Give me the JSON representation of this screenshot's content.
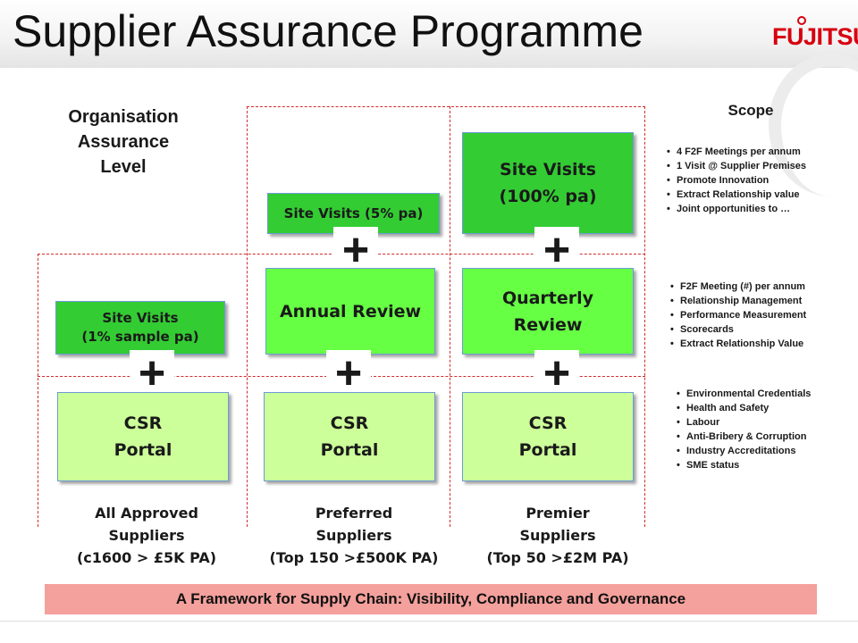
{
  "header": {
    "title": "Supplier Assurance Programme",
    "logo_text": "FUJITSU"
  },
  "headings": {
    "organisation": [
      "Organisation",
      "Assurance",
      "Level"
    ],
    "scope": "Scope"
  },
  "columns": [
    {
      "site_visits": [
        "Site Visits",
        "(1% sample pa)"
      ],
      "csr": [
        "CSR",
        "Portal"
      ],
      "tier": [
        "All Approved",
        "Suppliers",
        "(c1600 > £5K PA)"
      ]
    },
    {
      "site_visits": [
        "Site Visits (5% pa)"
      ],
      "review": [
        "Annual Review"
      ],
      "csr": [
        "CSR",
        "Portal"
      ],
      "tier": [
        "Preferred",
        "Suppliers",
        "(Top 150 >£500K PA)"
      ]
    },
    {
      "site_visits": [
        "Site Visits",
        "(100% pa)"
      ],
      "review": [
        "Quarterly",
        "Review"
      ],
      "csr": [
        "CSR",
        "Portal"
      ],
      "tier": [
        "Premier",
        "Suppliers",
        "(Top 50 >£2M PA)"
      ]
    }
  ],
  "plus_symbol": "+",
  "scope_lists": {
    "top": [
      "4 F2F Meetings per annum",
      "1 Visit @ Supplier Premises",
      "Promote Innovation",
      "Extract Relationship value",
      "Joint opportunities to …"
    ],
    "middle": [
      "F2F Meeting (#) per annum",
      "Relationship Management",
      "Performance Measurement",
      "Scorecards",
      "Extract Relationship Value"
    ],
    "bottom": [
      "Environmental Credentials",
      "Health and Safety",
      "Labour",
      "Anti-Bribery & Corruption",
      "Industry Accreditations",
      "SME status"
    ]
  },
  "footer": "A Framework for Supply Chain: Visibility, Compliance and Governance",
  "colors": {
    "site_visits": "#33cc33",
    "review": "#66ff44",
    "csr": "#ccff99",
    "dashed_lines": "#d12b2b",
    "footer_band": "#f4a09c",
    "logo": "#d7000f"
  }
}
